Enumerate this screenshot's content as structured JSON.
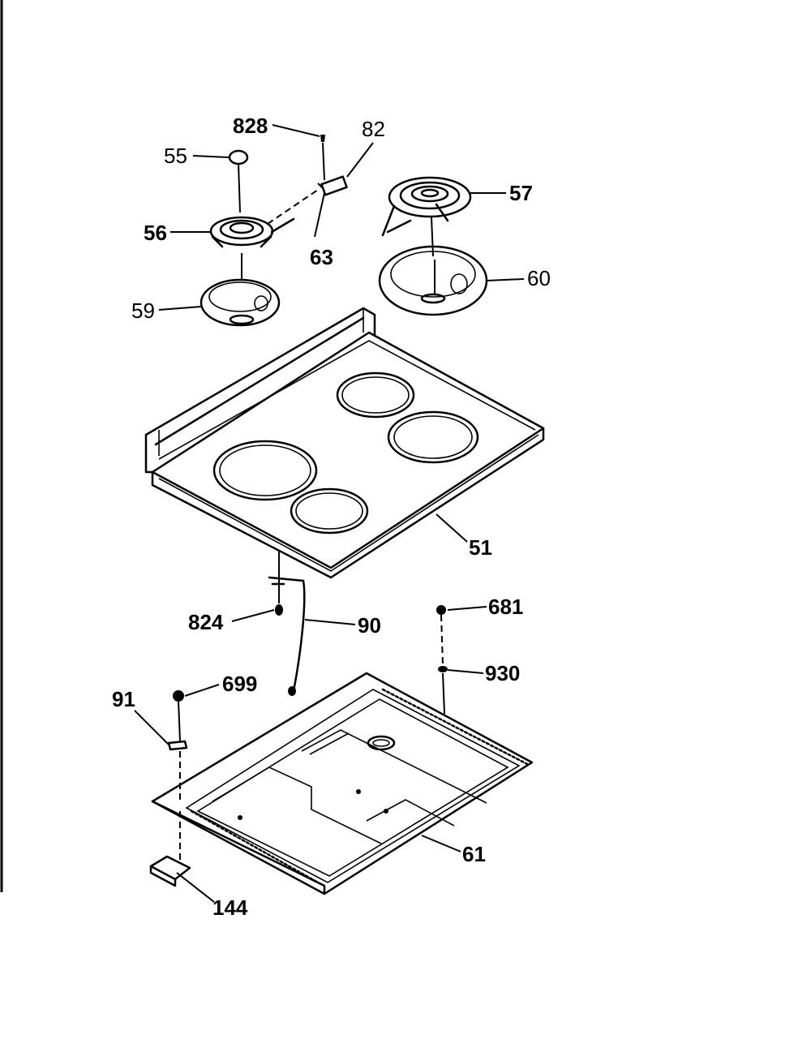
{
  "labels": {
    "p828": "828",
    "p82": "82",
    "p55": "55",
    "p57": "57",
    "p56": "56",
    "p63": "63",
    "p60": "60",
    "p59": "59",
    "p51": "51",
    "p824": "824",
    "p90": "90",
    "p681": "681",
    "p930": "930",
    "p699": "699",
    "p91": "91",
    "p61": "61",
    "p144": "144"
  }
}
